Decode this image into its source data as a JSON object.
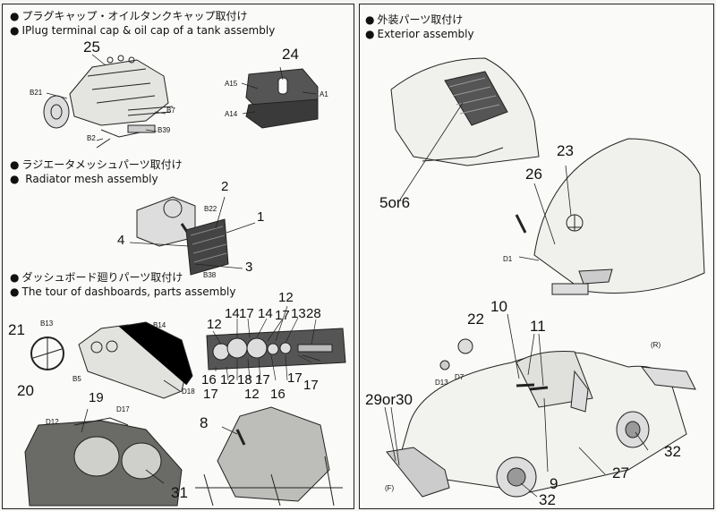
{
  "left": {
    "sections": [
      {
        "jp": "プラグキャップ・オイルタンクキャップ取付け",
        "en": "IPlug terminal cap & oil cap of a tank assembly"
      },
      {
        "jp": "ラジエータメッシュパーツ取付け",
        "en": " Radiator mesh assembly"
      },
      {
        "jp": "ダッシュボード廻りパーツ取付け",
        "en": "The tour of dashboards, parts assembly"
      }
    ],
    "numbers": {
      "n25": "25",
      "n24": "24",
      "n2": "2",
      "n1": "1",
      "n4": "4",
      "n3": "3",
      "n21": "21",
      "n20": "20",
      "n19": "19",
      "n8": "8",
      "n31": "31",
      "n12a": "12",
      "n14a": "14",
      "n17a": "17",
      "n14b": "14",
      "n17b": "17",
      "n12b": "12",
      "n13": "13",
      "n28": "28",
      "n16a": "16",
      "n17c": "17",
      "n12c": "12",
      "n18": "18",
      "n12d": "12",
      "n17d": "17",
      "n16b": "16",
      "n17e": "17",
      "n17f": "17"
    },
    "labels": {
      "B21": "B21",
      "B7": "B7",
      "B2": "B2",
      "B39": "B39",
      "A15": "A15",
      "A1": "A1",
      "A14": "A14",
      "B22": "B22",
      "B38": "B38",
      "B13": "B13",
      "B14": "B14",
      "B5": "B5",
      "D18": "D18",
      "D12": "D12",
      "D17": "D17"
    }
  },
  "right": {
    "sections": [
      {
        "jp": "外装パーツ取付け",
        "en": "Exterior assembly"
      }
    ],
    "numbers": {
      "n5or6": "5or6",
      "n23": "23",
      "n26": "26",
      "n22": "22",
      "n10": "10",
      "n11": "11",
      "n29or30": "29or30",
      "n32a": "32",
      "n27": "27",
      "n9": "9",
      "n32b": "32"
    },
    "labels": {
      "D1": "D1",
      "D13": "D13",
      "D7": "D7",
      "R": "(R)",
      "F": "(F)"
    }
  },
  "bullet_glyph": "●"
}
